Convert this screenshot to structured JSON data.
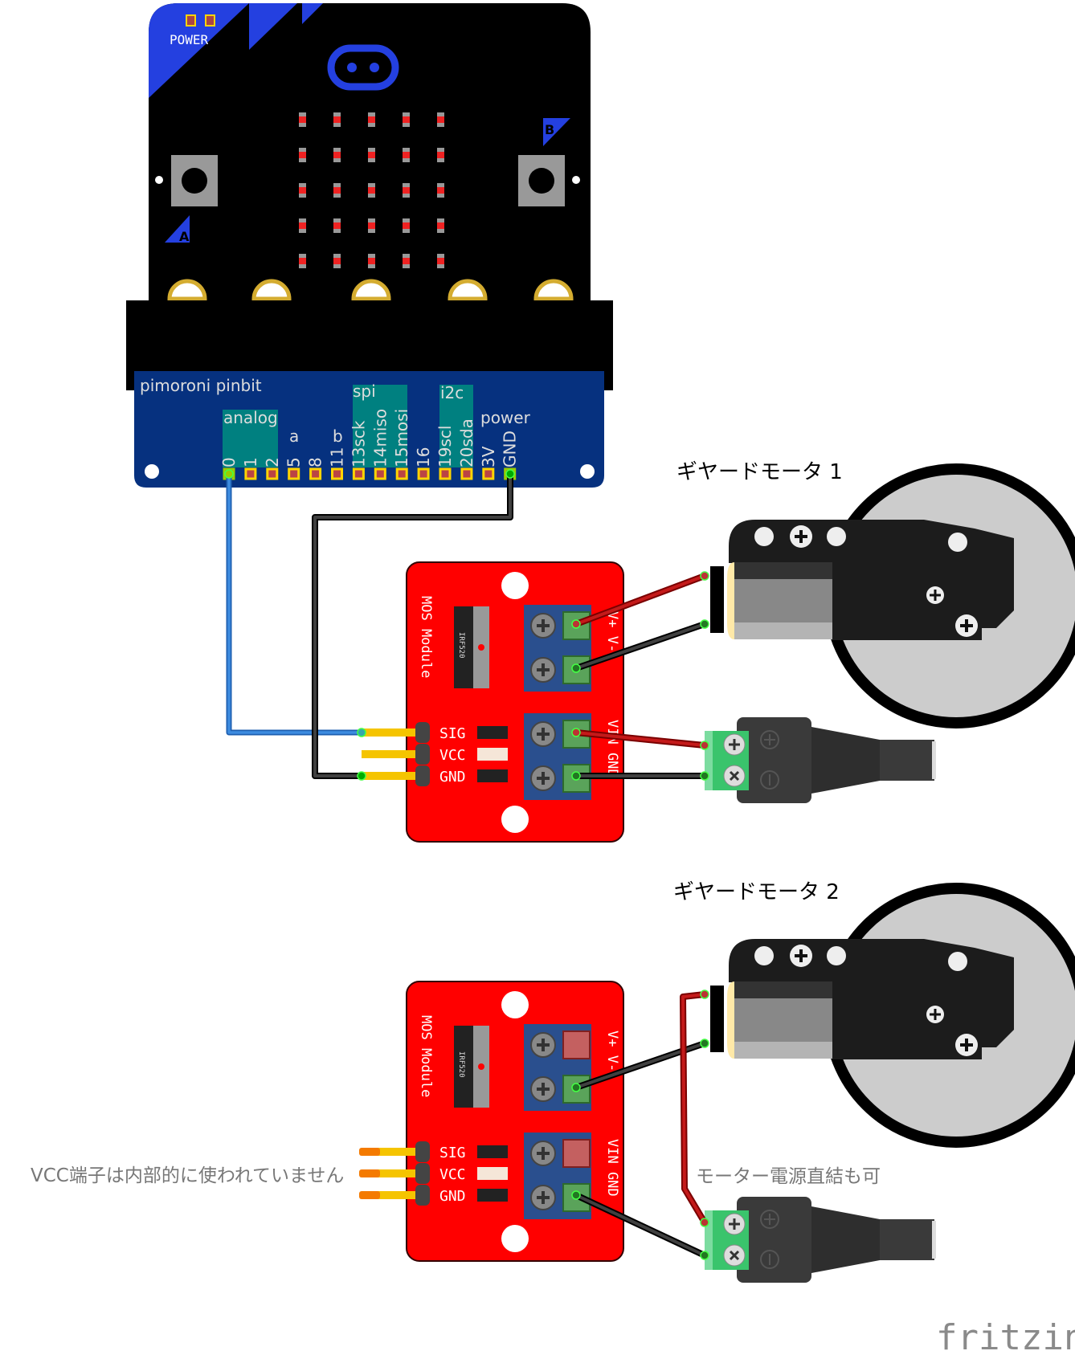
{
  "microbit": {
    "power_label": "POWER",
    "button_a_label": "A",
    "button_b_label": "B",
    "led_matrix": {
      "rows": 5,
      "cols": 5
    }
  },
  "pinbit": {
    "title": "pimoroni pinbit",
    "groups": {
      "analog": "analog",
      "spi": "spi",
      "i2c": "i2c",
      "power": "power",
      "a": "a",
      "b": "b"
    },
    "pins": [
      "0",
      "1",
      "2",
      "5",
      "8",
      "11",
      "13sck",
      "14miso",
      "15mosi",
      "16",
      "19scl",
      "20sda",
      "3V",
      "GND"
    ]
  },
  "mos_modules": [
    {
      "title": "MOS Module",
      "chip": "IRF520",
      "header_pins": [
        "SIG",
        "VCC",
        "GND"
      ],
      "terminals_top": [
        "V+",
        "V-"
      ],
      "terminals_bottom": [
        "VIN",
        "GND"
      ],
      "v_plus_connected": true,
      "vin_connected": true
    },
    {
      "title": "MOS Module",
      "chip": "IRF520",
      "header_pins": [
        "SIG",
        "VCC",
        "GND"
      ],
      "terminals_top": [
        "V+",
        "V-"
      ],
      "terminals_bottom": [
        "VIN",
        "GND"
      ],
      "v_plus_connected": false,
      "vin_connected": false
    }
  ],
  "motors": [
    {
      "label": "ギヤードモータ 1"
    },
    {
      "label": "ギヤードモータ 2"
    }
  ],
  "annotations": {
    "vcc_note": "VCC端子は内部的に使われていません",
    "direct_power_note": "モーター電源直結も可"
  },
  "wires": [
    {
      "from": "pinbit.0",
      "to": "mos1.SIG",
      "color": "#2f7fd6"
    },
    {
      "from": "pinbit.GND",
      "to": "mos1.GND",
      "color": "#333333"
    },
    {
      "from": "mos1.V+",
      "to": "motor1.+",
      "color": "#c41a1a"
    },
    {
      "from": "mos1.V-",
      "to": "motor1.-",
      "color": "#333333"
    },
    {
      "from": "mos1.VIN",
      "to": "jack1.+",
      "color": "#c41a1a"
    },
    {
      "from": "mos1.GND",
      "to": "jack1.-",
      "color": "#333333"
    },
    {
      "from": "mos2.V-",
      "to": "motor2.-",
      "color": "#333333"
    },
    {
      "from": "mos2.GND",
      "to": "jack2.-",
      "color": "#333333"
    },
    {
      "from": "jack2.+",
      "to": "motor2.+",
      "color": "#c41a1a"
    }
  ],
  "watermark": "fritzing",
  "colors": {
    "pcb_red": "#ff0000",
    "pinbit_blue": "#06317f",
    "teal_group": "#008080",
    "microbit_blue": "#2440e0",
    "terminal_blue": "#2a4f8e",
    "terminal_green": "#5aa35a",
    "jack_green": "#3ac46c",
    "wheel_grey": "#cccccc"
  }
}
